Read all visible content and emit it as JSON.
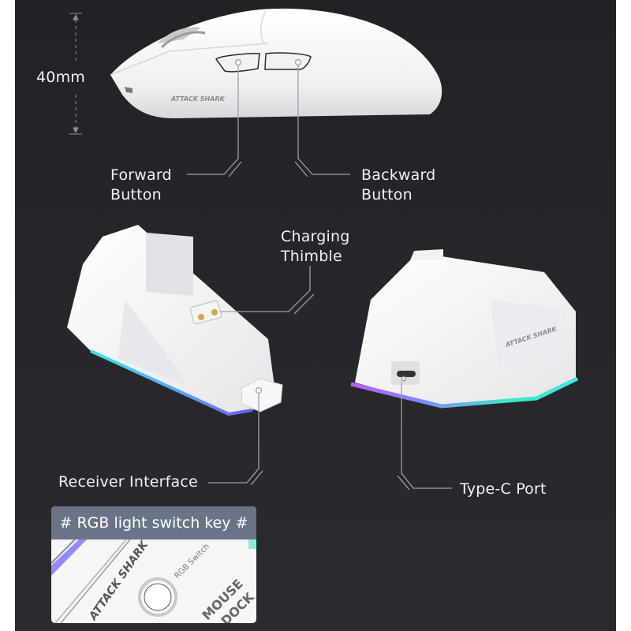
{
  "dimension": {
    "label": "40mm"
  },
  "callouts": {
    "forward": {
      "line1": "Forward",
      "line2": "Button"
    },
    "backward": {
      "line1": "Backward",
      "line2": "Button"
    },
    "charging": {
      "line1": "Charging",
      "line2": "Thimble"
    },
    "receiver": {
      "label": "Receiver Interface"
    },
    "typec": {
      "label": "Type-C Port"
    }
  },
  "brand": {
    "logo_text": "ATTACK SHARK"
  },
  "inset": {
    "title": "# RGB light switch key #",
    "switch_label": "RGB Switch",
    "dock_text_1": "MOUSE",
    "dock_text_2": "DOCK",
    "brand": "ATTACK SHARK"
  },
  "colors": {
    "background": "#26262b",
    "callout_line": "#9aa0aa",
    "inset_header": "#6b7486",
    "rgb_glow": [
      "#b45cff",
      "#5b7bff",
      "#3fe7e0"
    ]
  }
}
